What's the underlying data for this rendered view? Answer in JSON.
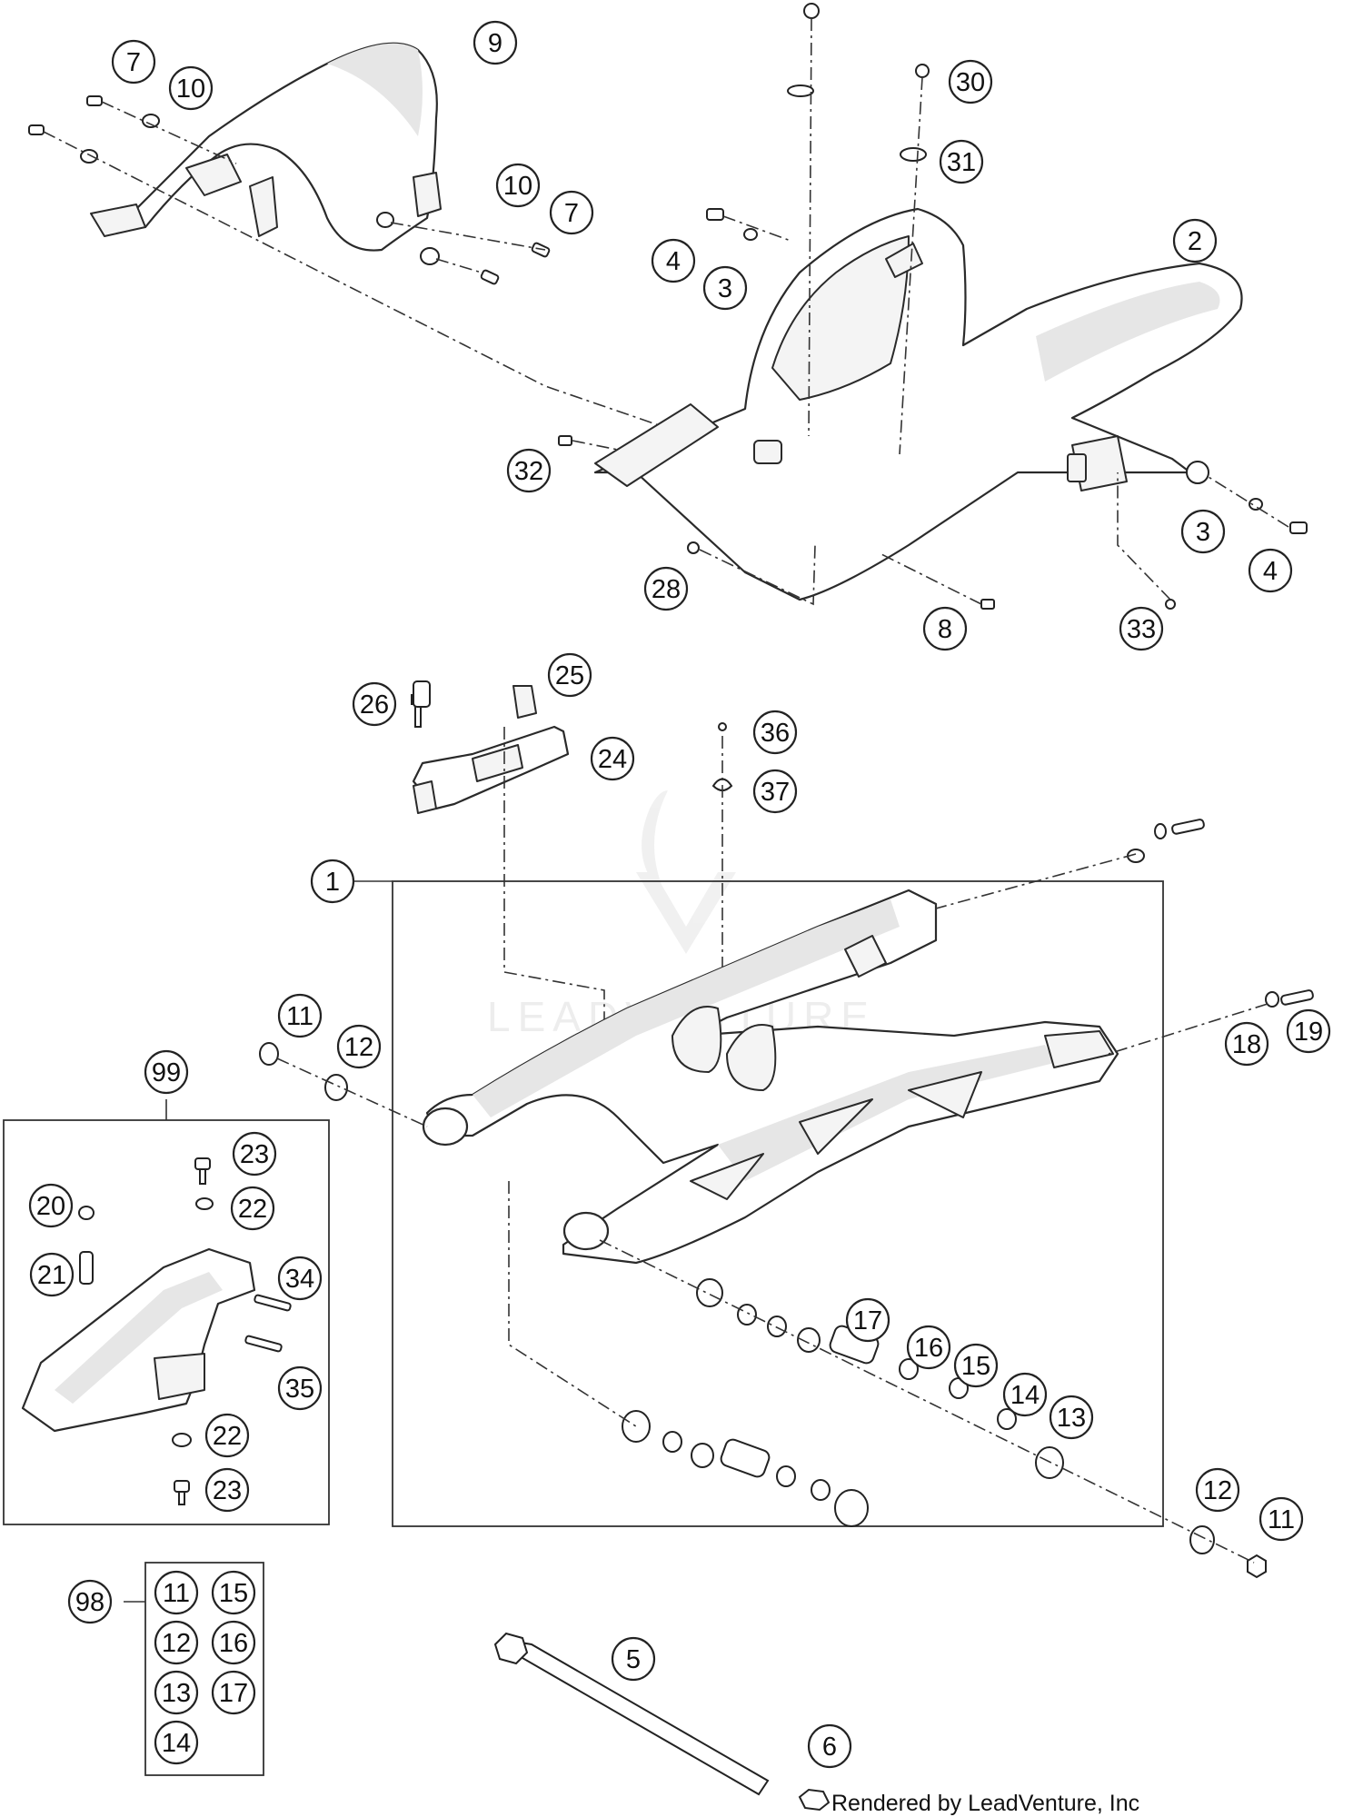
{
  "callouts": [
    {
      "label": "7"
    },
    {
      "label": "10"
    },
    {
      "label": "9"
    },
    {
      "label": "10"
    },
    {
      "label": "7"
    },
    {
      "label": "30"
    },
    {
      "label": "31"
    },
    {
      "label": "4"
    },
    {
      "label": "3"
    },
    {
      "label": "2"
    },
    {
      "label": "32"
    },
    {
      "label": "3"
    },
    {
      "label": "4"
    },
    {
      "label": "28"
    },
    {
      "label": "8"
    },
    {
      "label": "33"
    },
    {
      "label": "26"
    },
    {
      "label": "25"
    },
    {
      "label": "24"
    },
    {
      "label": "36"
    },
    {
      "label": "37"
    },
    {
      "label": "1"
    },
    {
      "label": "11"
    },
    {
      "label": "12"
    },
    {
      "label": "18"
    },
    {
      "label": "19"
    },
    {
      "label": "99"
    },
    {
      "label": "23"
    },
    {
      "label": "20"
    },
    {
      "label": "22"
    },
    {
      "label": "21"
    },
    {
      "label": "34"
    },
    {
      "label": "35"
    },
    {
      "label": "22"
    },
    {
      "label": "23"
    },
    {
      "label": "17"
    },
    {
      "label": "16"
    },
    {
      "label": "15"
    },
    {
      "label": "14"
    },
    {
      "label": "13"
    },
    {
      "label": "12"
    },
    {
      "label": "11"
    },
    {
      "label": "5"
    },
    {
      "label": "6"
    },
    {
      "label": "98"
    }
  ],
  "kit_98": [
    "11",
    "15",
    "12",
    "16",
    "13",
    "17",
    "14"
  ],
  "watermark": "LEADVENTURE",
  "footer": "Rendered by LeadVenture, Inc"
}
